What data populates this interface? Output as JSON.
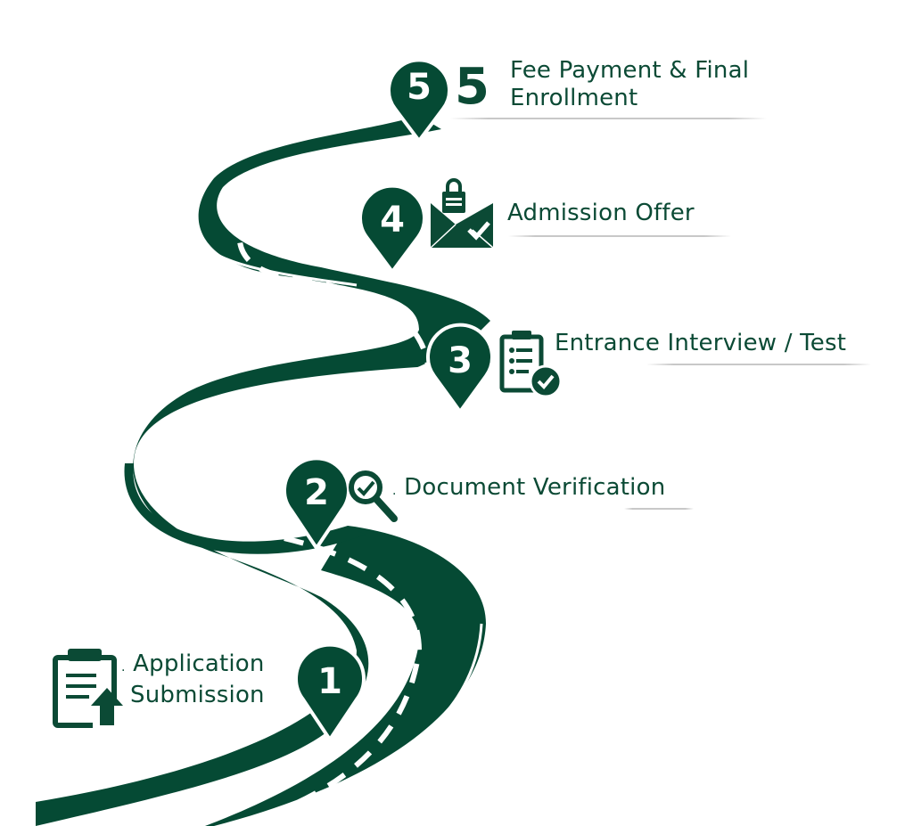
{
  "colors": {
    "primary": "#0b4a35",
    "road": "#054a34",
    "background": "#ffffff",
    "marking": "#ffffff"
  },
  "steps": [
    {
      "number": "1",
      "label_line1": "Application",
      "label_line2": "Submission",
      "prefix": ".",
      "icon": "clipboard-upload-icon"
    },
    {
      "number": "2",
      "label": "Document Verification",
      "prefix": ".",
      "icon": "magnifier-check-icon"
    },
    {
      "number": "3",
      "label": "Entrance Interview / Test",
      "icon": "clipboard-checklist-check-icon"
    },
    {
      "number": "4",
      "label": "Admission Offer",
      "icon": "envelope-check-icon"
    },
    {
      "number": "5",
      "label_line1": "Fee Payment & Final",
      "label_line2": "Enrollment",
      "big_number": "5",
      "icon": "map-pin-icon"
    }
  ]
}
